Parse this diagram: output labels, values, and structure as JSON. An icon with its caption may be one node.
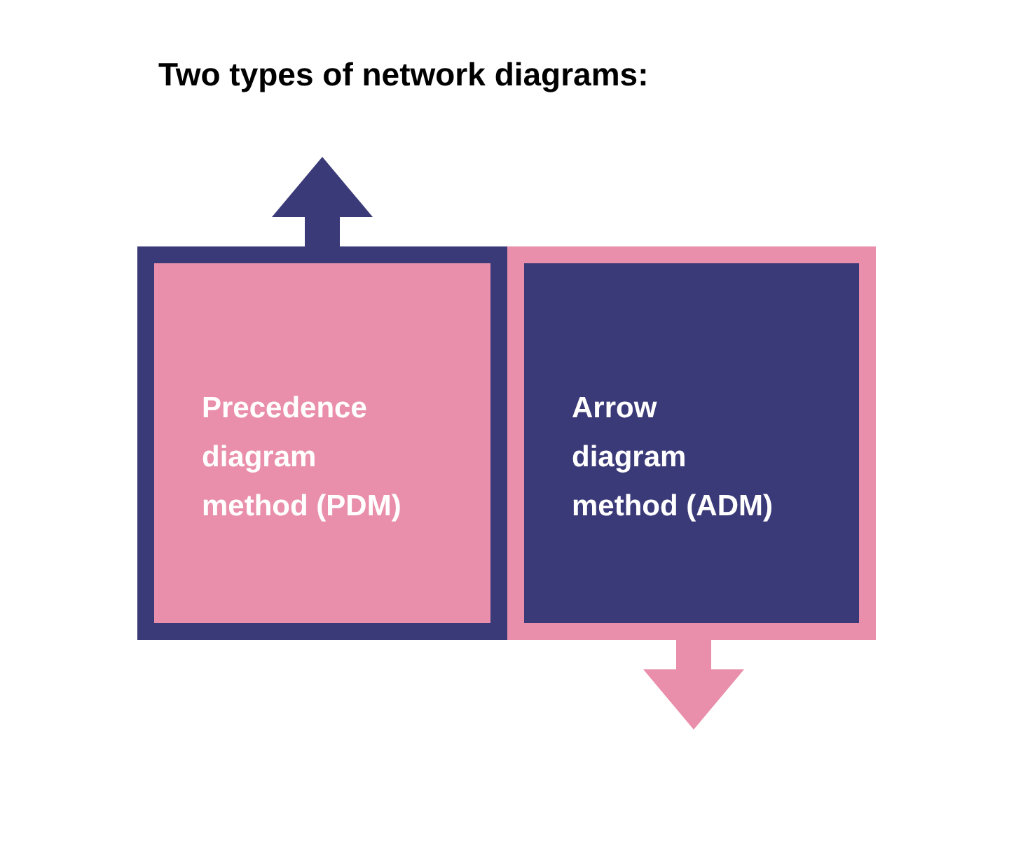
{
  "diagram": {
    "title": "Two types of network diagrams:",
    "nodes": [
      {
        "text": [
          "Precedence diagram method (PDM)"
        ]
      },
      {
        "text": [
          "Arrow diagram method (ADM)"
        ]
      }
    ],
    "edges": [
      {
        "from": 0,
        "to": null,
        "arrow": "to",
        "color": "#3b3a78"
      },
      {
        "from": 1,
        "to": null,
        "arrow": "to",
        "color": "#e98fab"
      }
    ]
  }
}
